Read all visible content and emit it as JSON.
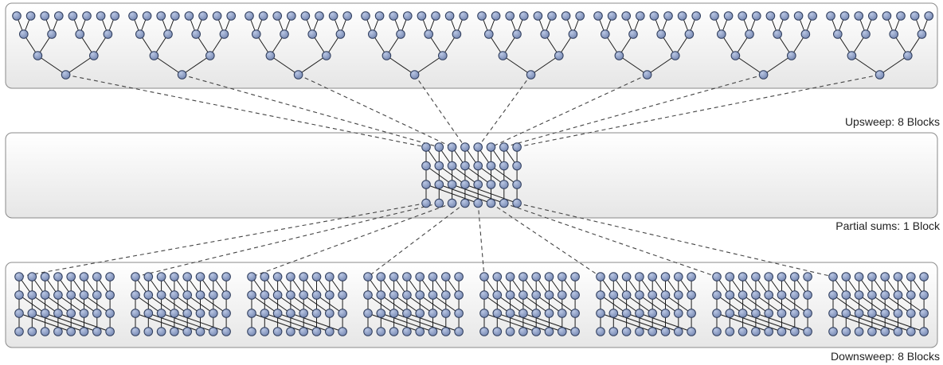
{
  "stages": {
    "upsweep": {
      "label": "Upsweep: 8 Blocks",
      "blocks": 8
    },
    "partial": {
      "label": "Partial sums: 1 Block",
      "blocks": 1
    },
    "downsweep": {
      "label": "Downsweep: 8 Blocks",
      "blocks": 8
    }
  },
  "colors": {
    "node_fill": "#8b9cc4",
    "node_stroke": "#2f3d5c",
    "edge": "#1a1a1a",
    "dashed": "#444444",
    "panel_top": "#ffffff",
    "panel_bottom": "#e8e8e8",
    "panel_stroke": "#8a8a8a"
  }
}
